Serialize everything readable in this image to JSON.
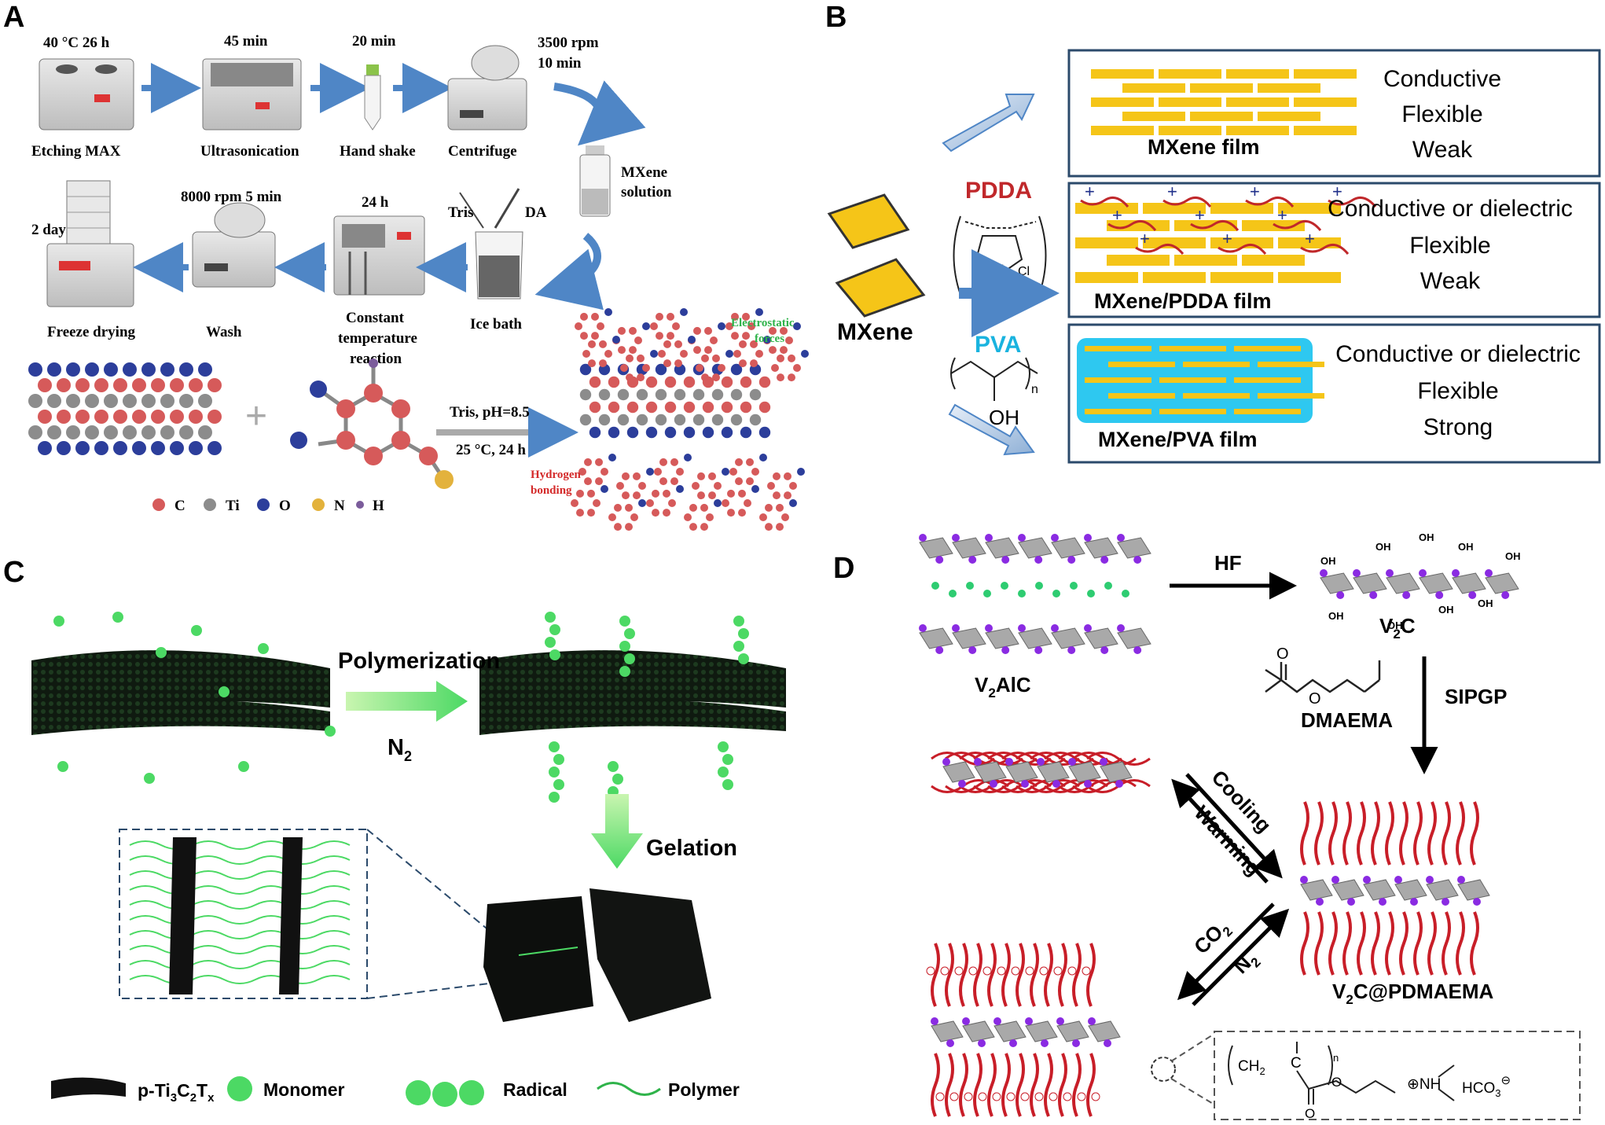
{
  "colors": {
    "arrow_blue": "#4f86c6",
    "mxene_yellow": "#f5c518",
    "pdda_red": "#c0282b",
    "pva_cyan": "#19b3df",
    "sheet_black": "#111111",
    "monomer_green": "#4cd964",
    "polymer_red": "#c81e28",
    "box_border": "#2b4a6b",
    "label_green": "#2fb34a",
    "label_red": "#d42a2a"
  },
  "panels": {
    "a": {
      "label": "A",
      "steps_row1": [
        {
          "top": "40 °C     26 h",
          "name": "Etching MAX"
        },
        {
          "top": "45 min",
          "name": "Ultrasonication"
        },
        {
          "top": "20 min",
          "name": "Hand shake"
        },
        {
          "top": "",
          "name": "Centrifuge"
        }
      ],
      "centrifuge_top_line1": "3500 rpm",
      "centrifuge_top_line2": "10 min",
      "solution_line1": "MXene",
      "solution_line2": "solution",
      "steps_row2": [
        {
          "top": "2 days",
          "name": "Freeze drying"
        },
        {
          "top": "8000 rpm 5 min",
          "name": "Wash"
        },
        {
          "top": "24 h",
          "name_line1": "Constant",
          "name_line2": "temperature",
          "name_line3": "reaction"
        },
        {
          "top": "",
          "name": "Ice bath"
        }
      ],
      "tris_label": "Tris",
      "da_label": "DA",
      "reaction_top": "Tris, pH=8.5",
      "reaction_bottom": "25 °C, 24 h",
      "electrostatic_line1": "Electrostatic",
      "electrostatic_line2": "forces",
      "hydrogen_line1": "Hydrogen",
      "hydrogen_line2": "bonding",
      "legend": [
        {
          "symbol": "C",
          "color": "#d65a5a"
        },
        {
          "symbol": "Ti",
          "color": "#8c8c8c"
        },
        {
          "symbol": "O",
          "color": "#2c3e9b"
        },
        {
          "symbol": "N",
          "color": "#e3b23c"
        },
        {
          "symbol": "H",
          "color": "#7b5c9b"
        }
      ],
      "plus_sign": "+"
    },
    "b": {
      "label": "B",
      "mxene_label": "MXene",
      "pdda_label": "PDDA",
      "pva_label": "PVA",
      "cl_label": "Cl",
      "n_sub": "n",
      "oh_label": "OH",
      "films": [
        {
          "name": "MXene film",
          "props": [
            "Conductive",
            "Flexible",
            "Weak"
          ]
        },
        {
          "name": "MXene/PDDA film",
          "props": [
            "Conductive or dielectric",
            "Flexible",
            "Weak"
          ]
        },
        {
          "name": "MXene/PVA film",
          "props": [
            "Conductive or dielectric",
            "Flexible",
            "Strong"
          ]
        }
      ]
    },
    "c": {
      "label": "C",
      "polymerization": "Polymerization",
      "n2": "N",
      "n2_sub": "2",
      "gelation": "Gelation",
      "legend": {
        "sheet": "p-Ti",
        "sheet_sub1": "3",
        "sheet_mid": "C",
        "sheet_sub2": "2",
        "sheet_end": "T",
        "sheet_sub3": "x",
        "monomer": "Monomer",
        "radical": "Radical",
        "polymer": "Polymer"
      }
    },
    "d": {
      "label": "D",
      "hf": "HF",
      "v2alc": "V",
      "v2alc_sub": "2",
      "v2alc_end": "AlC",
      "v2c": "V",
      "v2c_sub": "2",
      "v2c_end": "C",
      "oh": "OH",
      "dmaema": "DMAEMA",
      "sipgp": "SIPGP",
      "cooling": "Cooling",
      "warming": "Warming",
      "co2": "CO",
      "co2_sub": "2",
      "n2": "N",
      "n2_sub": "2",
      "product": "V",
      "product_sub": "2",
      "product_end": "C@PDMAEMA",
      "formula_ch2": "CH",
      "formula_ch2_sub": "2",
      "formula_c": "C",
      "formula_n": "n",
      "formula_o": "O",
      "formula_nh": "NH",
      "formula_hco3": "HCO",
      "formula_hco3_sub": "3"
    }
  }
}
